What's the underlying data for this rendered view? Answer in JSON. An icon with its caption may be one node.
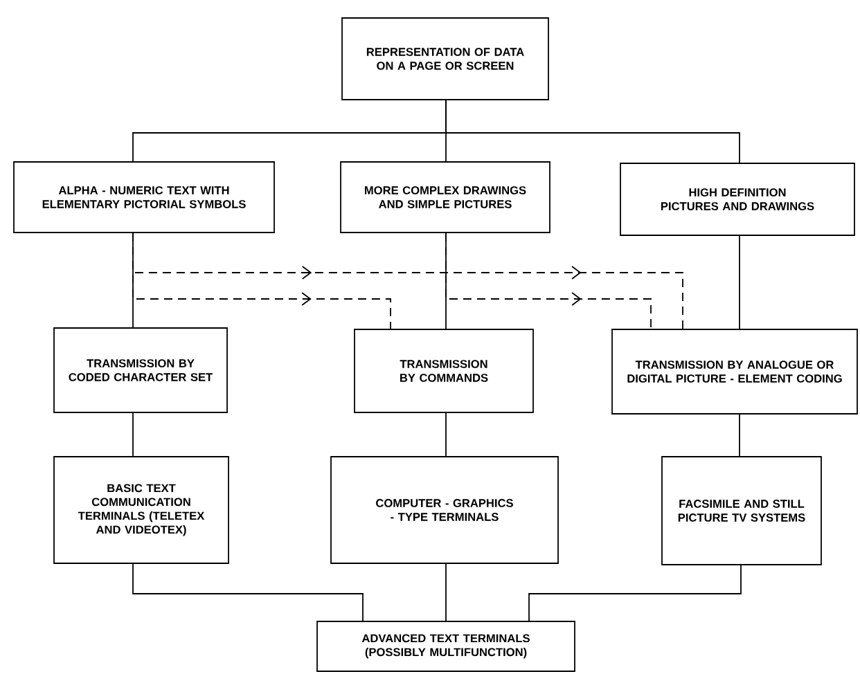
{
  "diagram": {
    "nodes": [
      {
        "text": [
          "REPRESENTATION OF DATA ON A PAGE OR SCREEN"
        ]
      },
      {
        "text": [
          "ALPHA - NUMERIC TEXT WITH ELEMENTARY PICTORIAL SYMBOLS"
        ]
      },
      {
        "text": [
          "MORE COMPLEX DRAWINGS AND SIMPLE PICTURES"
        ]
      },
      {
        "text": [
          "HIGH DEFINITION PICTURES AND DRAWINGS"
        ]
      },
      {
        "text": [
          "TRANSMISSION BY CODED CHARACTER SET"
        ]
      },
      {
        "text": [
          "TRANSMISSION BY COMMANDS"
        ]
      },
      {
        "text": [
          "TRANSMISSION BY ANALOGUE OR DIGITAL PICTURE - ELEMENT CODING"
        ]
      },
      {
        "text": [
          "BASIC TEXT COMMUNICATION TERMINALS (TELETEX AND VIDEOTEX)"
        ]
      },
      {
        "text": [
          "COMPUTER - GRAPHICS - TYPE TERMINALS"
        ]
      },
      {
        "text": [
          "FACSIMILE AND STILL PICTURE TV SYSTEMS"
        ]
      },
      {
        "text": [
          "ADVANCED TEXT TERMINALS (POSSIBLY MULTIFUNCTION)"
        ]
      }
    ],
    "edges": [
      {
        "from": 0,
        "to": 1,
        "arrow": "none"
      },
      {
        "from": 0,
        "to": 2,
        "arrow": "none"
      },
      {
        "from": 0,
        "to": 3,
        "arrow": "none"
      },
      {
        "from": 1,
        "to": 4,
        "arrow": "none"
      },
      {
        "from": 2,
        "to": 5,
        "arrow": "none"
      },
      {
        "from": 3,
        "to": 6,
        "arrow": "none"
      },
      {
        "from": 1,
        "to": 6,
        "arrow": "to",
        "style": "dashed"
      },
      {
        "from": 1,
        "to": 5,
        "arrow": "to",
        "style": "dashed"
      },
      {
        "from": 2,
        "to": 6,
        "arrow": "to",
        "style": "dashed"
      },
      {
        "from": 4,
        "to": 7,
        "arrow": "none"
      },
      {
        "from": 5,
        "to": 8,
        "arrow": "none"
      },
      {
        "from": 6,
        "to": 9,
        "arrow": "none"
      },
      {
        "from": 7,
        "to": 10,
        "arrow": "none"
      },
      {
        "from": 8,
        "to": 10,
        "arrow": "none"
      },
      {
        "from": 9,
        "to": 10,
        "arrow": "none"
      }
    ]
  }
}
